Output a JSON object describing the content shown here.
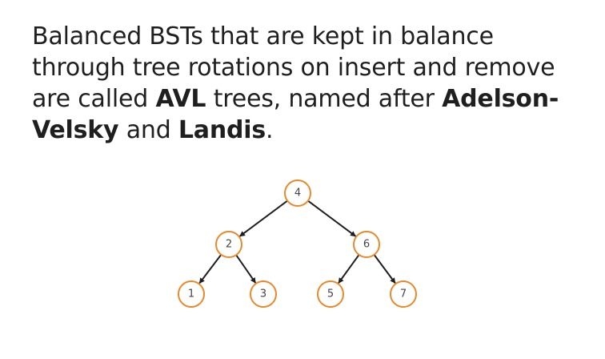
{
  "slide": {
    "text": {
      "p1": "Balanced BSTs that are kept in balance through tree rotations on insert and remove are called ",
      "b1": "AVL",
      "p2": " trees, named after ",
      "b2": "Adelson-Velsky",
      "p3": " and ",
      "b3": "Landis",
      "p4": "."
    }
  },
  "tree": {
    "nodes": [
      {
        "id": "n4",
        "label": "4"
      },
      {
        "id": "n2",
        "label": "2"
      },
      {
        "id": "n6",
        "label": "6"
      },
      {
        "id": "n1",
        "label": "1"
      },
      {
        "id": "n3",
        "label": "3"
      },
      {
        "id": "n5",
        "label": "5"
      },
      {
        "id": "n7",
        "label": "7"
      }
    ],
    "edges": [
      {
        "from": "n4",
        "to": "n2"
      },
      {
        "from": "n4",
        "to": "n6"
      },
      {
        "from": "n2",
        "to": "n1"
      },
      {
        "from": "n2",
        "to": "n3"
      },
      {
        "from": "n6",
        "to": "n5"
      },
      {
        "from": "n6",
        "to": "n7"
      }
    ],
    "colors": {
      "node_stroke": "#e8892c",
      "edge": "#1f1f1f"
    }
  }
}
